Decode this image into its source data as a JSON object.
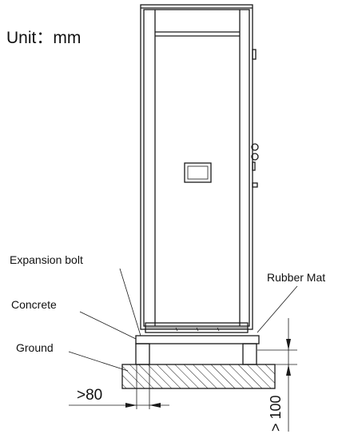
{
  "unit_label": "Unit：mm",
  "labels": {
    "expansion_bolt": "Expansion bolt",
    "rubber_mat": "Rubber Mat",
    "concrete": "Concrete",
    "ground": "Ground"
  },
  "dimensions": {
    "width_min": ">80",
    "height_min": "> 100"
  },
  "colors": {
    "line": "#1a1a1a",
    "background": "#ffffff"
  }
}
